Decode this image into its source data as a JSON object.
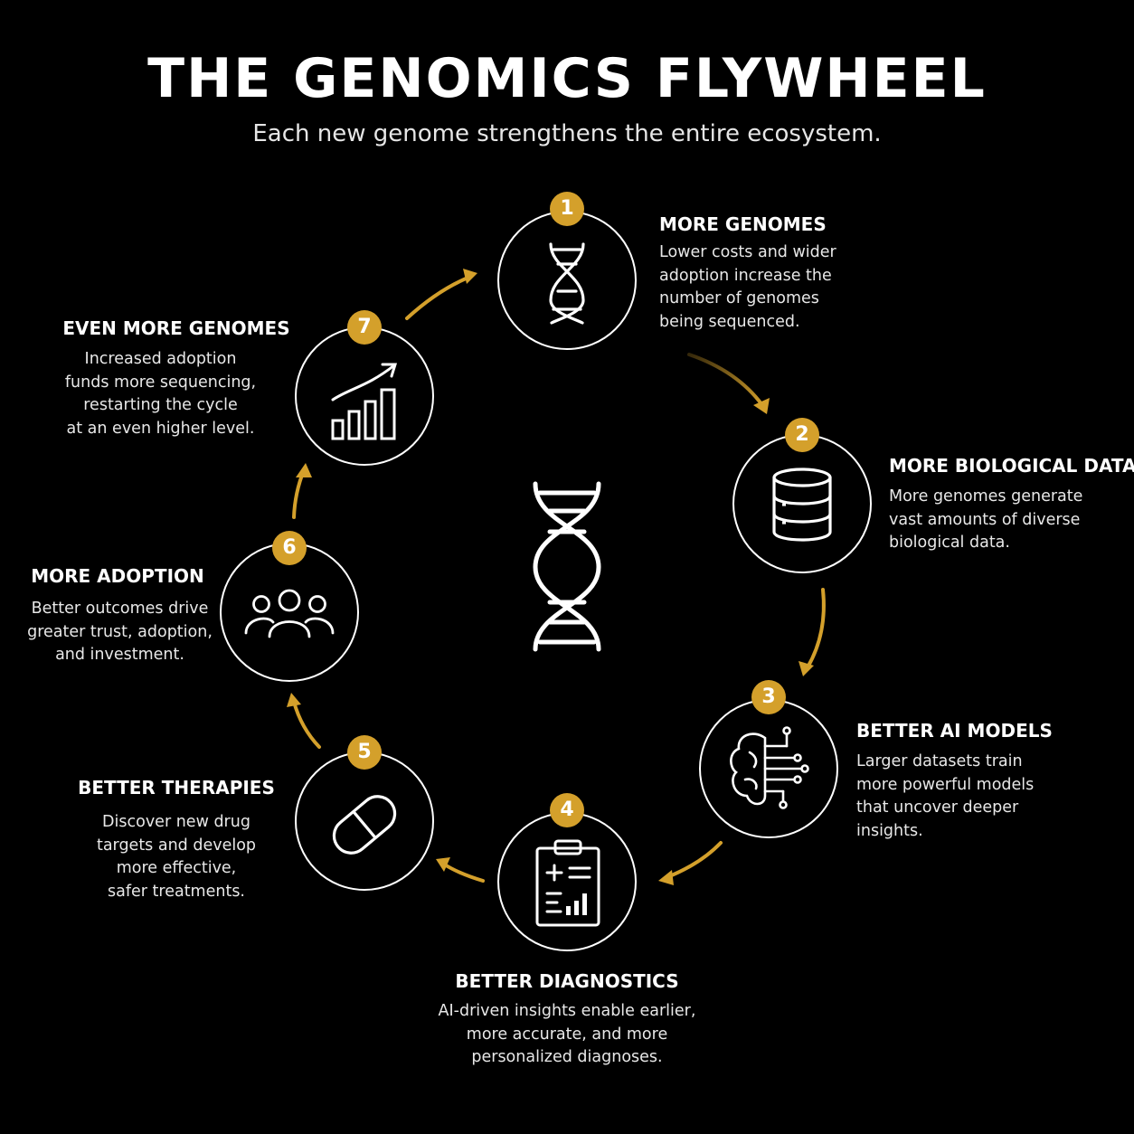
{
  "title": "THE GENOMICS FLYWHEEL",
  "subtitle": "Each new genome strengthens the entire ecosystem.",
  "colors": {
    "background": "#000000",
    "accent": "#D4A02B",
    "text": "#FFFFFF"
  },
  "center_icon": "dna-icon",
  "nodes": [
    {
      "number": "1",
      "icon": "dna-icon",
      "title": "MORE GENOMES",
      "lines": [
        "Lower costs and wider",
        "adoption increase the",
        "number of genomes",
        "being sequenced."
      ]
    },
    {
      "number": "2",
      "icon": "database-icon",
      "title": "MORE BIOLOGICAL DATA",
      "lines": [
        "More genomes generate",
        "vast amounts of diverse",
        "biological data."
      ]
    },
    {
      "number": "3",
      "icon": "brain-circuit-icon",
      "title": "BETTER AI MODELS",
      "lines": [
        "Larger datasets train",
        "more powerful models",
        "that uncover deeper",
        "insights."
      ]
    },
    {
      "number": "4",
      "icon": "clipboard-chart-icon",
      "title": "BETTER DIAGNOSTICS",
      "lines": [
        "AI-driven insights enable earlier,",
        "more accurate, and more",
        "personalized diagnoses."
      ]
    },
    {
      "number": "5",
      "icon": "pill-icon",
      "title": "BETTER THERAPIES",
      "lines": [
        "Discover new drug",
        "targets and develop",
        "more effective,",
        "safer treatments."
      ]
    },
    {
      "number": "6",
      "icon": "people-icon",
      "title": "MORE ADOPTION",
      "lines": [
        "Better outcomes drive",
        "greater trust, adoption,",
        "and investment."
      ]
    },
    {
      "number": "7",
      "icon": "growth-chart-icon",
      "title": "EVEN MORE GENOMES",
      "lines": [
        "Increased adoption",
        "funds more sequencing,",
        "restarting the cycle",
        "at an even higher level."
      ]
    }
  ]
}
